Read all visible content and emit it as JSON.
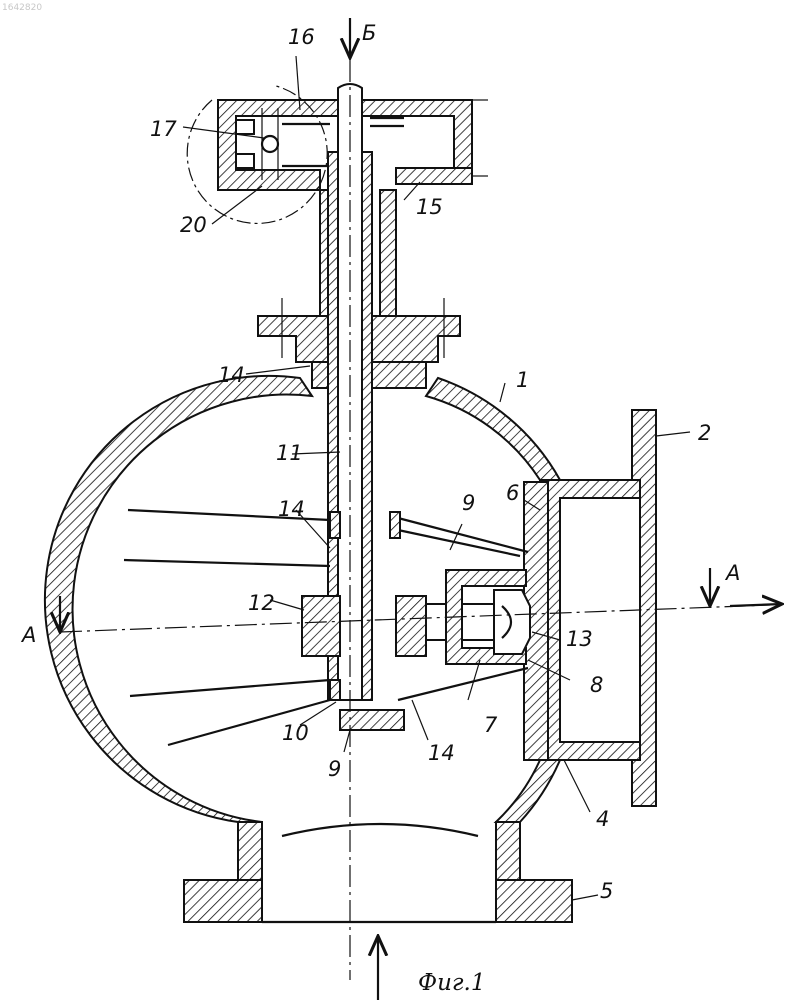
{
  "stamp": "1642820",
  "caption": "Фиг.1",
  "section_letter": "А",
  "view_letter": "Б",
  "callouts": {
    "c1": "1",
    "c2": "2",
    "c4": "4",
    "c5": "5",
    "c6": "6",
    "c7": "7",
    "c8": "8",
    "c9a": "9",
    "c9b": "9",
    "c10": "10",
    "c11": "11",
    "c12": "12",
    "c13": "13",
    "c14a": "14",
    "c14b": "14",
    "c14c": "14",
    "c15": "15",
    "c16": "16",
    "c17": "17",
    "c20": "20"
  }
}
